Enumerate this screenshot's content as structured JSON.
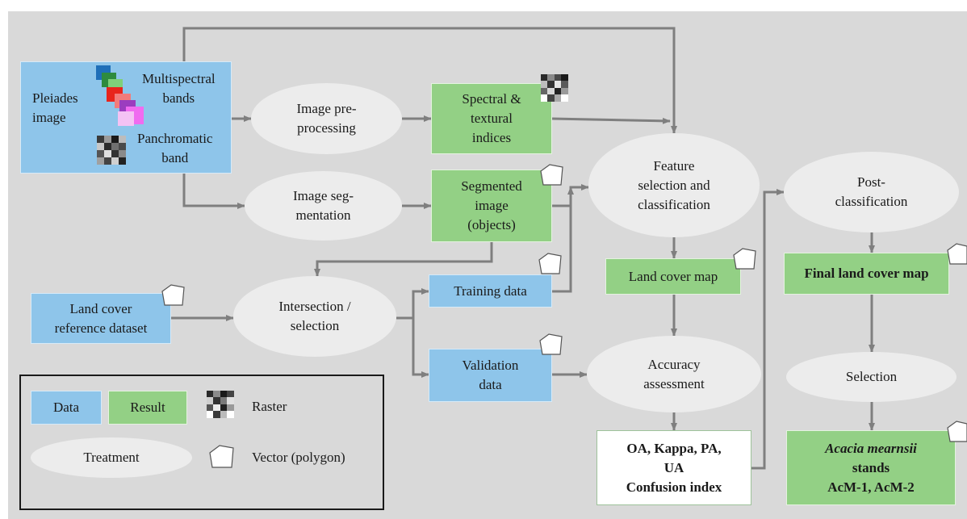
{
  "nodes": {
    "pleiades_label": "Pleiades\nimage",
    "multispectral_label": "Multispectral\nbands",
    "panchromatic_label": "Panchromatic\nband",
    "preprocessing": "Image pre-\nprocessing",
    "segmentation": "Image seg-\nmentation",
    "spectral_indices": "Spectral &\ntextural\nindices",
    "segmented_image": "Segmented\nimage\n(objects)",
    "feature_selection": "Feature\nselection and\nclassification",
    "land_cover_reference": "Land cover\nreference dataset",
    "intersection": "Intersection /\nselection",
    "training_data": "Training data",
    "validation_data": "Validation\ndata",
    "land_cover_map": "Land cover map",
    "accuracy_assessment": "Accuracy\nassessment",
    "metrics": "OA, Kappa, PA,\nUA\nConfusion index",
    "post_classification": "Post-\nclassification",
    "final_land_cover_map": "Final land cover map",
    "selection": "Selection",
    "acacia_species": "Acacia mearnsii",
    "acacia_stands": "stands\nAcM-1, AcM-2"
  },
  "legend": {
    "data": "Data",
    "result": "Result",
    "raster": "Raster",
    "treatment": "Treatment",
    "vector": "Vector (polygon)"
  },
  "colors": {
    "data": "#8ec5ea",
    "result": "#93d085",
    "treatment": "#ececec",
    "background": "#d9d9d9",
    "arrow": "#7f7f7f"
  },
  "icons": {
    "raster": "raster-icon",
    "vector": "vector-polygon-icon",
    "multispectral": "multispectral-bands-icon"
  }
}
